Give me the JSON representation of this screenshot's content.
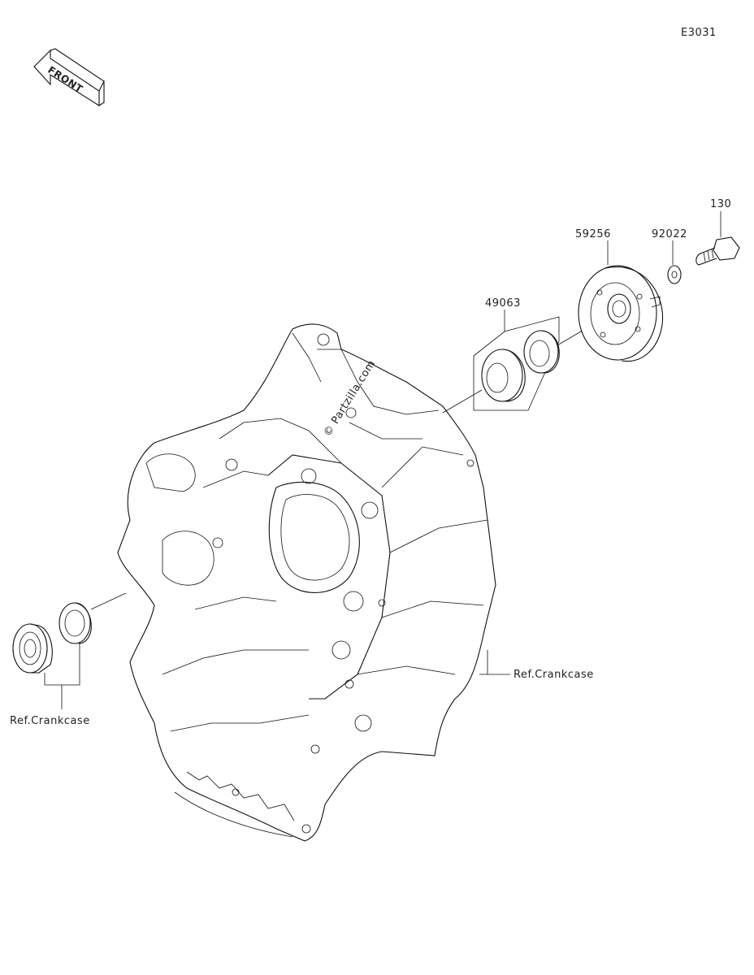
{
  "diagram_code": "E3031",
  "front_label": "FRONT",
  "watermark": "© Partzilla.com",
  "callouts": {
    "bolt": "130",
    "washer": "92022",
    "pump_cover": "59256",
    "oil_seal_set": "49063",
    "ref_right": "Ref.Crankcase",
    "ref_left": "Ref.Crankcase"
  },
  "colors": {
    "line": "#111111",
    "background": "#ffffff"
  }
}
